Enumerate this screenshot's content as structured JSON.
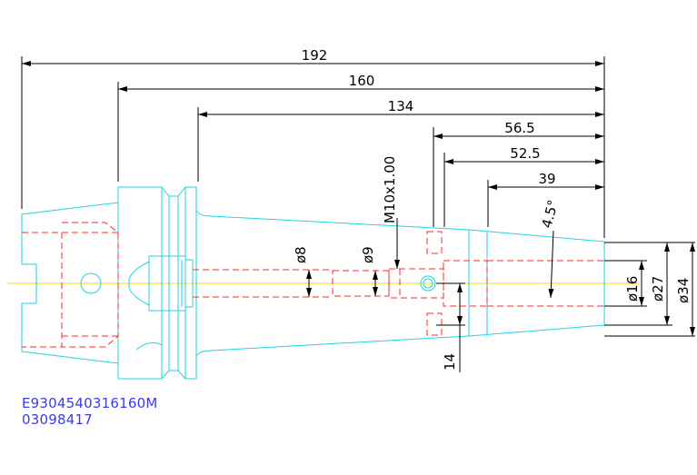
{
  "colors": {
    "outline": "#22d3e6",
    "hidden": "#ff2a2a",
    "dimension": "#000000",
    "centerline": "#f2e000",
    "code": "#3a3af0"
  },
  "dimensions": {
    "len_192": "192",
    "len_160": "160",
    "len_134": "134",
    "len_56_5": "56.5",
    "len_52_5": "52.5",
    "len_39": "39",
    "angle": "4.5°",
    "thread": "M10x1.00",
    "dia_8": "ø8",
    "dia_9": "ø9",
    "dia_16": "ø16",
    "dia_27": "ø27",
    "dia_34": "ø34",
    "len_14": "14"
  },
  "part_code": {
    "line1": "E9304540316160M",
    "line2": "03098417"
  }
}
